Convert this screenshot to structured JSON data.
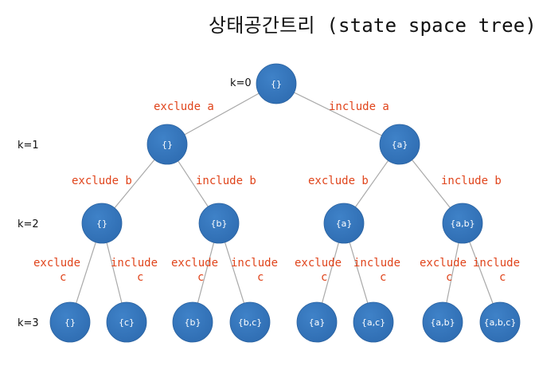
{
  "title": "상태공간트리 (state space tree)",
  "colors": {
    "node": "#2f6db2",
    "edge": "#a9a9a9",
    "edge_label": "#e0441b",
    "text": "#111111"
  },
  "level_labels": [
    "k=0",
    "k=1",
    "k=2",
    "k=3"
  ],
  "nodes": [
    {
      "id": "root",
      "label": "{}"
    },
    {
      "id": "n1a",
      "label": "{}"
    },
    {
      "id": "n1b",
      "label": "{a}"
    },
    {
      "id": "n2a",
      "label": "{}"
    },
    {
      "id": "n2b",
      "label": "{b}"
    },
    {
      "id": "n2c",
      "label": "{a}"
    },
    {
      "id": "n2d",
      "label": "{a,b}"
    },
    {
      "id": "n3a",
      "label": "{}"
    },
    {
      "id": "n3b",
      "label": "{c}"
    },
    {
      "id": "n3c",
      "label": "{b}"
    },
    {
      "id": "n3d",
      "label": "{b,c}"
    },
    {
      "id": "n3e",
      "label": "{a}"
    },
    {
      "id": "n3f",
      "label": "{a,c}"
    },
    {
      "id": "n3g",
      "label": "{a,b}"
    },
    {
      "id": "n3h",
      "label": "{a,b,c}"
    }
  ],
  "edges": [
    {
      "from": "root",
      "to": "n1a",
      "label": [
        "exclude a"
      ]
    },
    {
      "from": "root",
      "to": "n1b",
      "label": [
        "include a"
      ]
    },
    {
      "from": "n1a",
      "to": "n2a",
      "label": [
        "exclude b"
      ]
    },
    {
      "from": "n1a",
      "to": "n2b",
      "label": [
        "include b"
      ]
    },
    {
      "from": "n1b",
      "to": "n2c",
      "label": [
        "exclude b"
      ]
    },
    {
      "from": "n1b",
      "to": "n2d",
      "label": [
        "include b"
      ]
    },
    {
      "from": "n2a",
      "to": "n3a",
      "label": [
        "exclude",
        "c"
      ]
    },
    {
      "from": "n2a",
      "to": "n3b",
      "label": [
        "include",
        "c"
      ]
    },
    {
      "from": "n2b",
      "to": "n3c",
      "label": [
        "exclude",
        "c"
      ]
    },
    {
      "from": "n2b",
      "to": "n3d",
      "label": [
        "include",
        "c"
      ]
    },
    {
      "from": "n2c",
      "to": "n3e",
      "label": [
        "exclude",
        "c"
      ]
    },
    {
      "from": "n2c",
      "to": "n3f",
      "label": [
        "include",
        "c"
      ]
    },
    {
      "from": "n2d",
      "to": "n3g",
      "label": [
        "exclude",
        "c"
      ]
    },
    {
      "from": "n2d",
      "to": "n3h",
      "label": [
        "include",
        "c"
      ]
    }
  ]
}
